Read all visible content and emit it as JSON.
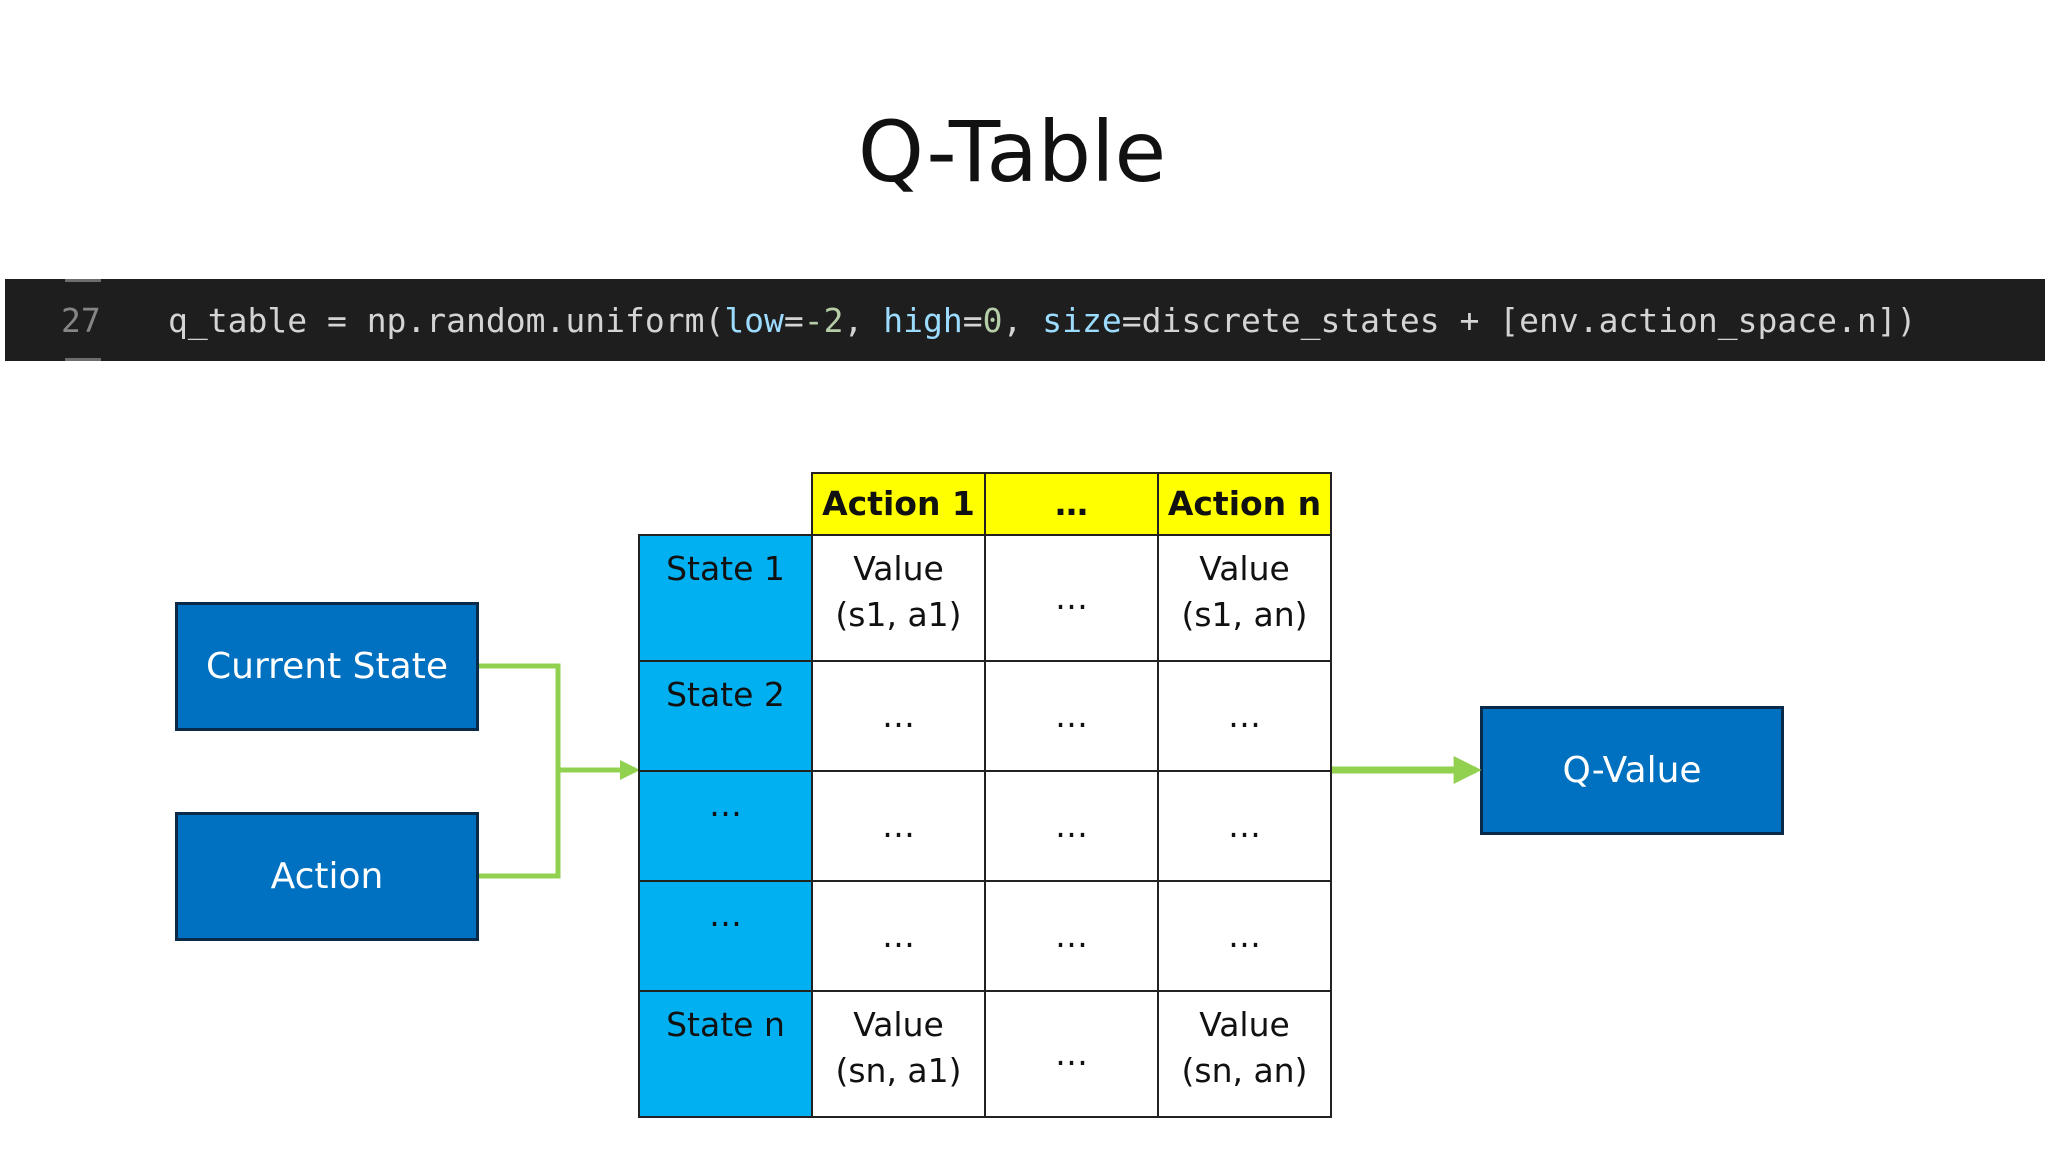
{
  "title": "Q-Table",
  "code": {
    "line_number": "27",
    "tokens": [
      "q_table",
      " = ",
      "np.random.uniform(",
      "low",
      "=",
      "-2",
      ", ",
      "high",
      "=",
      "0",
      ", ",
      "size",
      "=discrete_states + [env.action_space.n])"
    ]
  },
  "boxes": {
    "current_state": "Current State",
    "action": "Action",
    "q_value": "Q-Value"
  },
  "table": {
    "headers": [
      "Action 1",
      "…",
      "Action  n"
    ],
    "rows": [
      {
        "state": "State 1",
        "cells": [
          "Value\n(s1, a1)",
          "…",
          "Value\n(s1, an)"
        ]
      },
      {
        "state": "State 2",
        "cells": [
          "…",
          "…",
          "…"
        ]
      },
      {
        "state": "…",
        "cells": [
          "…",
          "…",
          "…"
        ]
      },
      {
        "state": "…",
        "cells": [
          "…",
          "…",
          "…"
        ]
      },
      {
        "state": "State n",
        "cells": [
          "Value\n(sn, a1)",
          "…",
          "Value\n(sn, an)"
        ]
      }
    ]
  },
  "colors": {
    "box_blue": "#0070c0",
    "state_cyan": "#00b0f0",
    "header_yellow": "#ffff00",
    "arrow_green": "#92d050",
    "code_bg": "#1e1e1e"
  }
}
